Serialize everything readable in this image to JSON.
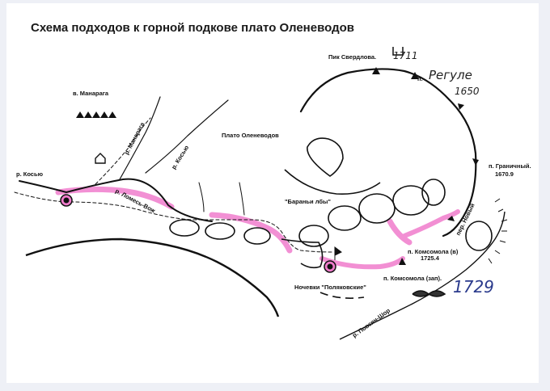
{
  "title": "Схема подходов к горной подкове плато Оленеводов",
  "labels": {
    "sverdlova": "Пик Свердлова.",
    "sverdlova_hand": "1711",
    "regule_prefix": "п.",
    "regule_name": "Регуле",
    "regule_elev": "1650",
    "manaraga": "в. Манарага",
    "plateau": "Плато Оленеводов",
    "kosyu_left": "р. Косью",
    "kosyu_mid": "р. Косью",
    "manaraga_river": "р. Манарага",
    "lomes_vozh": "р. Ломесь-Вож",
    "barani_lby": "\"Бараньи лбы\"",
    "granichny": "п. Граничный.",
    "granichny_elev": "1670.9",
    "per_novy": "пер. Новый",
    "komsomola_vost": "п. Комсомола (в)",
    "komsomola_vost_elev": "1725.4",
    "komsomola_zap": "п. Комсомола (зап).",
    "komsomola_zap_hand": "1729",
    "nochevki": "Ночевки \"Поляковские\"",
    "povsyn_shor": "р. Повсян-Шор"
  },
  "colors": {
    "route": "#f07ccc",
    "ink": "#111111",
    "handwriting_blue": "#2a3a8c"
  }
}
